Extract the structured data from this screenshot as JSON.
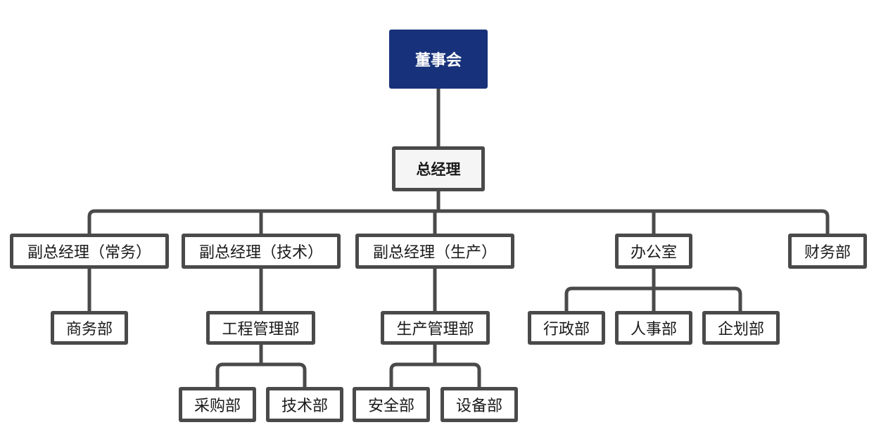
{
  "colors": {
    "root_fill": "#17327a",
    "root_text": "#ffffff",
    "border": "#4a4a4a",
    "text": "#1a1a1a"
  },
  "org": {
    "board": "董事会",
    "general_manager": "总经理",
    "vp_general": "副总经理（常务）",
    "vp_tech": "副总经理（技术）",
    "vp_production": "副总经理（生产）",
    "office": "办公室",
    "finance": "财务部",
    "business": "商务部",
    "engineering": "工程管理部",
    "production_mgmt": "生产管理部",
    "admin": "行政部",
    "hr": "人事部",
    "planning": "企划部",
    "purchasing": "采购部",
    "technology": "技术部",
    "safety": "安全部",
    "equipment": "设备部"
  }
}
